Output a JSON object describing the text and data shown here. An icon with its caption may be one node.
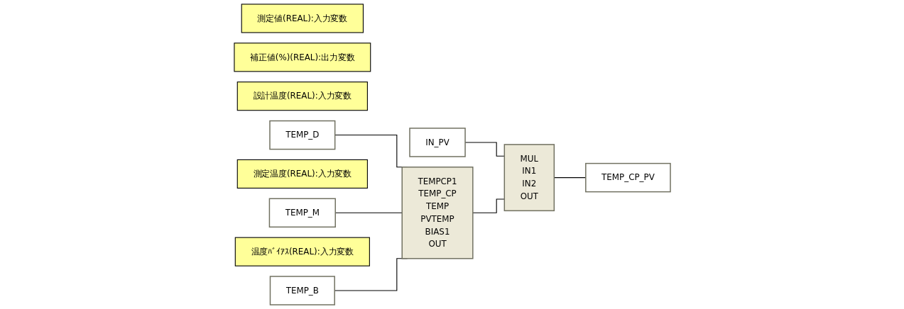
{
  "diagram": {
    "nodes": [
      {
        "text": [
          "測定値(REAL):入力変数"
        ]
      },
      {
        "text": [
          "IN_PV"
        ]
      },
      {
        "text": [
          "MUL",
          "IN1",
          "IN2",
          "OUT"
        ]
      },
      {
        "text": [
          "補正値(%)(REAL):出力変数"
        ]
      },
      {
        "text": [
          "TEMP_CP_PV"
        ]
      },
      {
        "text": [
          "設計温度(REAL):入力変数"
        ]
      },
      {
        "text": [
          "TEMP_D"
        ]
      },
      {
        "text": [
          "TEMPCP1",
          "TEMP_CP",
          "TEMP",
          "PVTEMP",
          "BIAS1",
          "OUT"
        ]
      },
      {
        "text": [
          "測定温度(REAL):入力変数"
        ]
      },
      {
        "text": [
          "TEMP_M"
        ]
      },
      {
        "text": [
          "温度ﾊﾞｲｱｽ(REAL):入力変数"
        ]
      },
      {
        "text": [
          "TEMP_B"
        ]
      }
    ],
    "edges": [
      {
        "from": 1,
        "to": 2,
        "arrow": "none"
      },
      {
        "from": 7,
        "to": 2,
        "arrow": "none"
      },
      {
        "from": 2,
        "to": 4,
        "arrow": "none"
      },
      {
        "from": 6,
        "to": 7,
        "arrow": "none"
      },
      {
        "from": 9,
        "to": 7,
        "arrow": "none"
      },
      {
        "from": 11,
        "to": 7,
        "arrow": "none"
      }
    ]
  }
}
